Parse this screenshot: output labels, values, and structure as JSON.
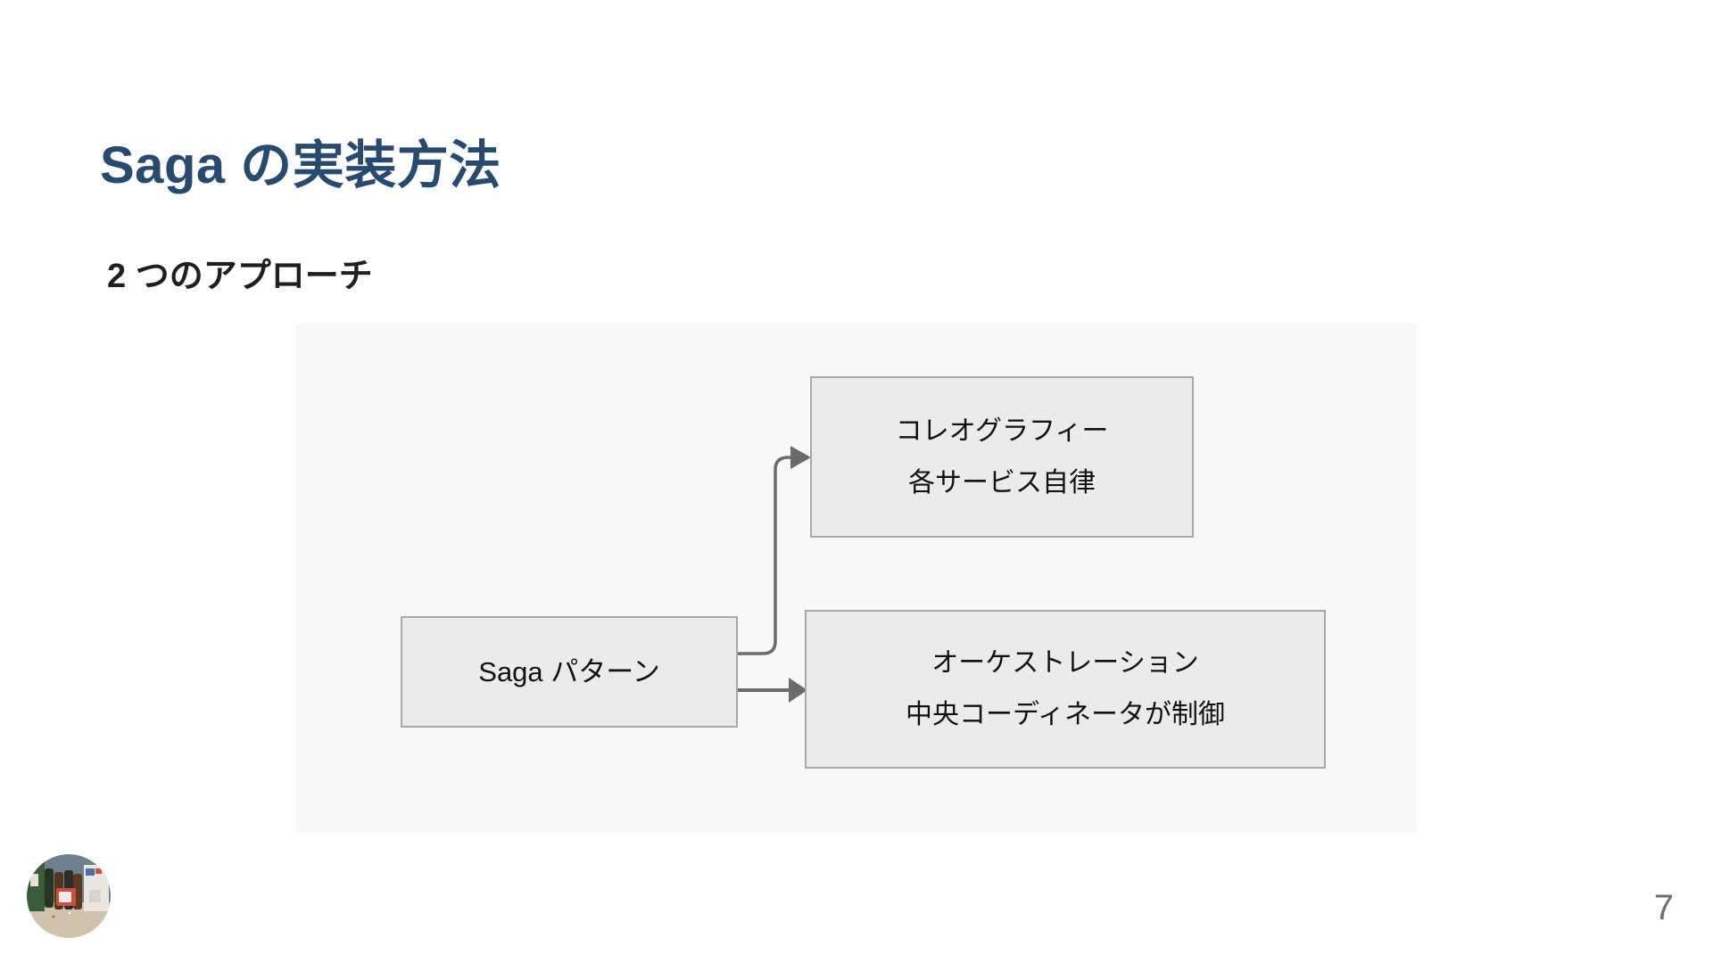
{
  "slide": {
    "title": "Saga の実装方法",
    "subtitle": "2 つのアプローチ",
    "page_number": "7"
  },
  "diagram": {
    "root": {
      "id": "saga-pattern",
      "label": "Saga パターン"
    },
    "branches": [
      {
        "id": "choreography",
        "lines": [
          "コレオグラフィー",
          "各サービス自律"
        ]
      },
      {
        "id": "orchestration",
        "lines": [
          "オーケストレーション",
          "中央コーディネータが制御"
        ]
      }
    ],
    "edges": [
      {
        "from": "saga-pattern",
        "to": "choreography"
      },
      {
        "from": "saga-pattern",
        "to": "orchestration"
      }
    ]
  },
  "avatar_icon": "bottles-photo",
  "colors": {
    "title-color": "#274a6e",
    "text-color": "#1f1f1f",
    "diagram-bg": "#f8f8f7",
    "node-fill": "#ebebeb",
    "node-border": "#a9a9a9",
    "arrow-color": "#6b6b6b",
    "page-number-color": "#6e6e6e"
  }
}
